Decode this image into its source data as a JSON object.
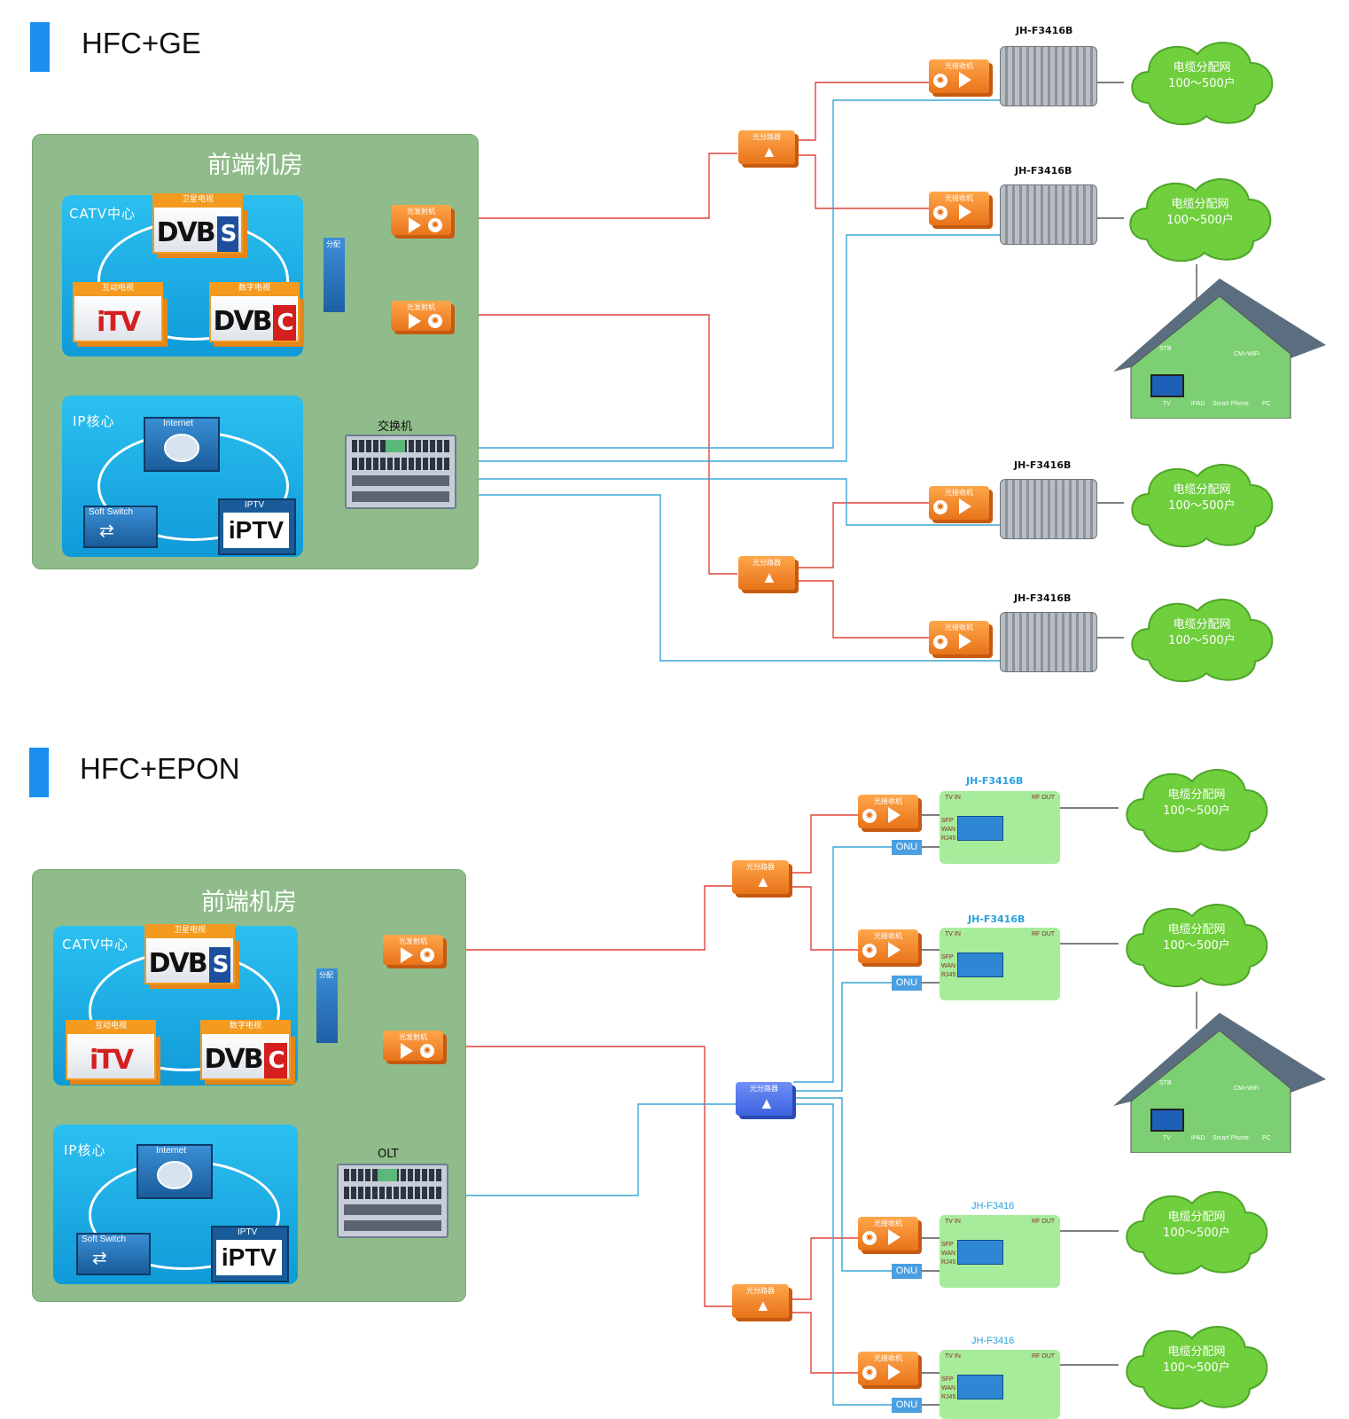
{
  "sections": [
    {
      "title": "HFC+GE",
      "room_title": "前端机房",
      "catv_label": "CATV中心",
      "ip_label": "IP核心",
      "dvbs": {
        "caption": "卫星电视",
        "text": "DVB",
        "suffix": "S"
      },
      "itv": {
        "caption": "互动电视",
        "text": "iTV"
      },
      "dvbc": {
        "caption": "数字电视",
        "text": "DVB",
        "suffix": "C"
      },
      "internet_label": "Internet",
      "softswitch_label": "Soft Switch",
      "iptv_label": "IPTV",
      "iptv_logo": "iPTV",
      "splitter_label": "分配",
      "tx1_label": "光发射机",
      "tx2_label": "光发射机",
      "switch_label": "交换机",
      "opt_splitter_label": "光分路器",
      "receiver_label": "光接收机",
      "amps": [
        "JH-F3416B",
        "JH-F3416B",
        "JH-F3416B",
        "JH-F3416B"
      ],
      "cloud_line1": "电缆分配网",
      "cloud_line2": "100～500户"
    },
    {
      "title": "HFC+EPON",
      "room_title": "前端机房",
      "catv_label": "CATV中心",
      "ip_label": "IP核心",
      "dvbs": {
        "caption": "卫星电视",
        "text": "DVB",
        "suffix": "S"
      },
      "itv": {
        "caption": "互动电视",
        "text": "iTV"
      },
      "dvbc": {
        "caption": "数字电视",
        "text": "DVB",
        "suffix": "C"
      },
      "internet_label": "Internet",
      "softswitch_label": "Soft Switch",
      "iptv_label": "IPTV",
      "iptv_logo": "iPTV",
      "splitter_label": "分配",
      "tx1_label": "光发射机",
      "tx2_label": "光发射机",
      "olt_label": "OLT",
      "opt_splitter_label": "光分路器",
      "receiver_label": "光接收机",
      "onu_label": "ONU",
      "boxes": [
        "JH-F3416B",
        "JH-F3416B",
        "JH-F3416",
        "JH-F3416"
      ],
      "box_tv_in": "TV IN",
      "box_rf_out": "RF OUT",
      "box_sfp": "SFP",
      "box_wan": "WAN",
      "box_rj45": "RJ45",
      "cloud_line1": "电缆分配网",
      "cloud_line2": "100～500户"
    }
  ],
  "house": {
    "stb": "STB",
    "cm_wifi": "CM+WiFi",
    "tv": "TV",
    "ipad": "iPAD",
    "smartphone": "Smart Phone",
    "pc": "PC"
  },
  "colors": {
    "rf_line": "#e0443a",
    "ip_line": "#3aa5d6",
    "accent": "#1a8ff0",
    "room": "#8fbc8a",
    "cloud": "#6fcf3c"
  }
}
